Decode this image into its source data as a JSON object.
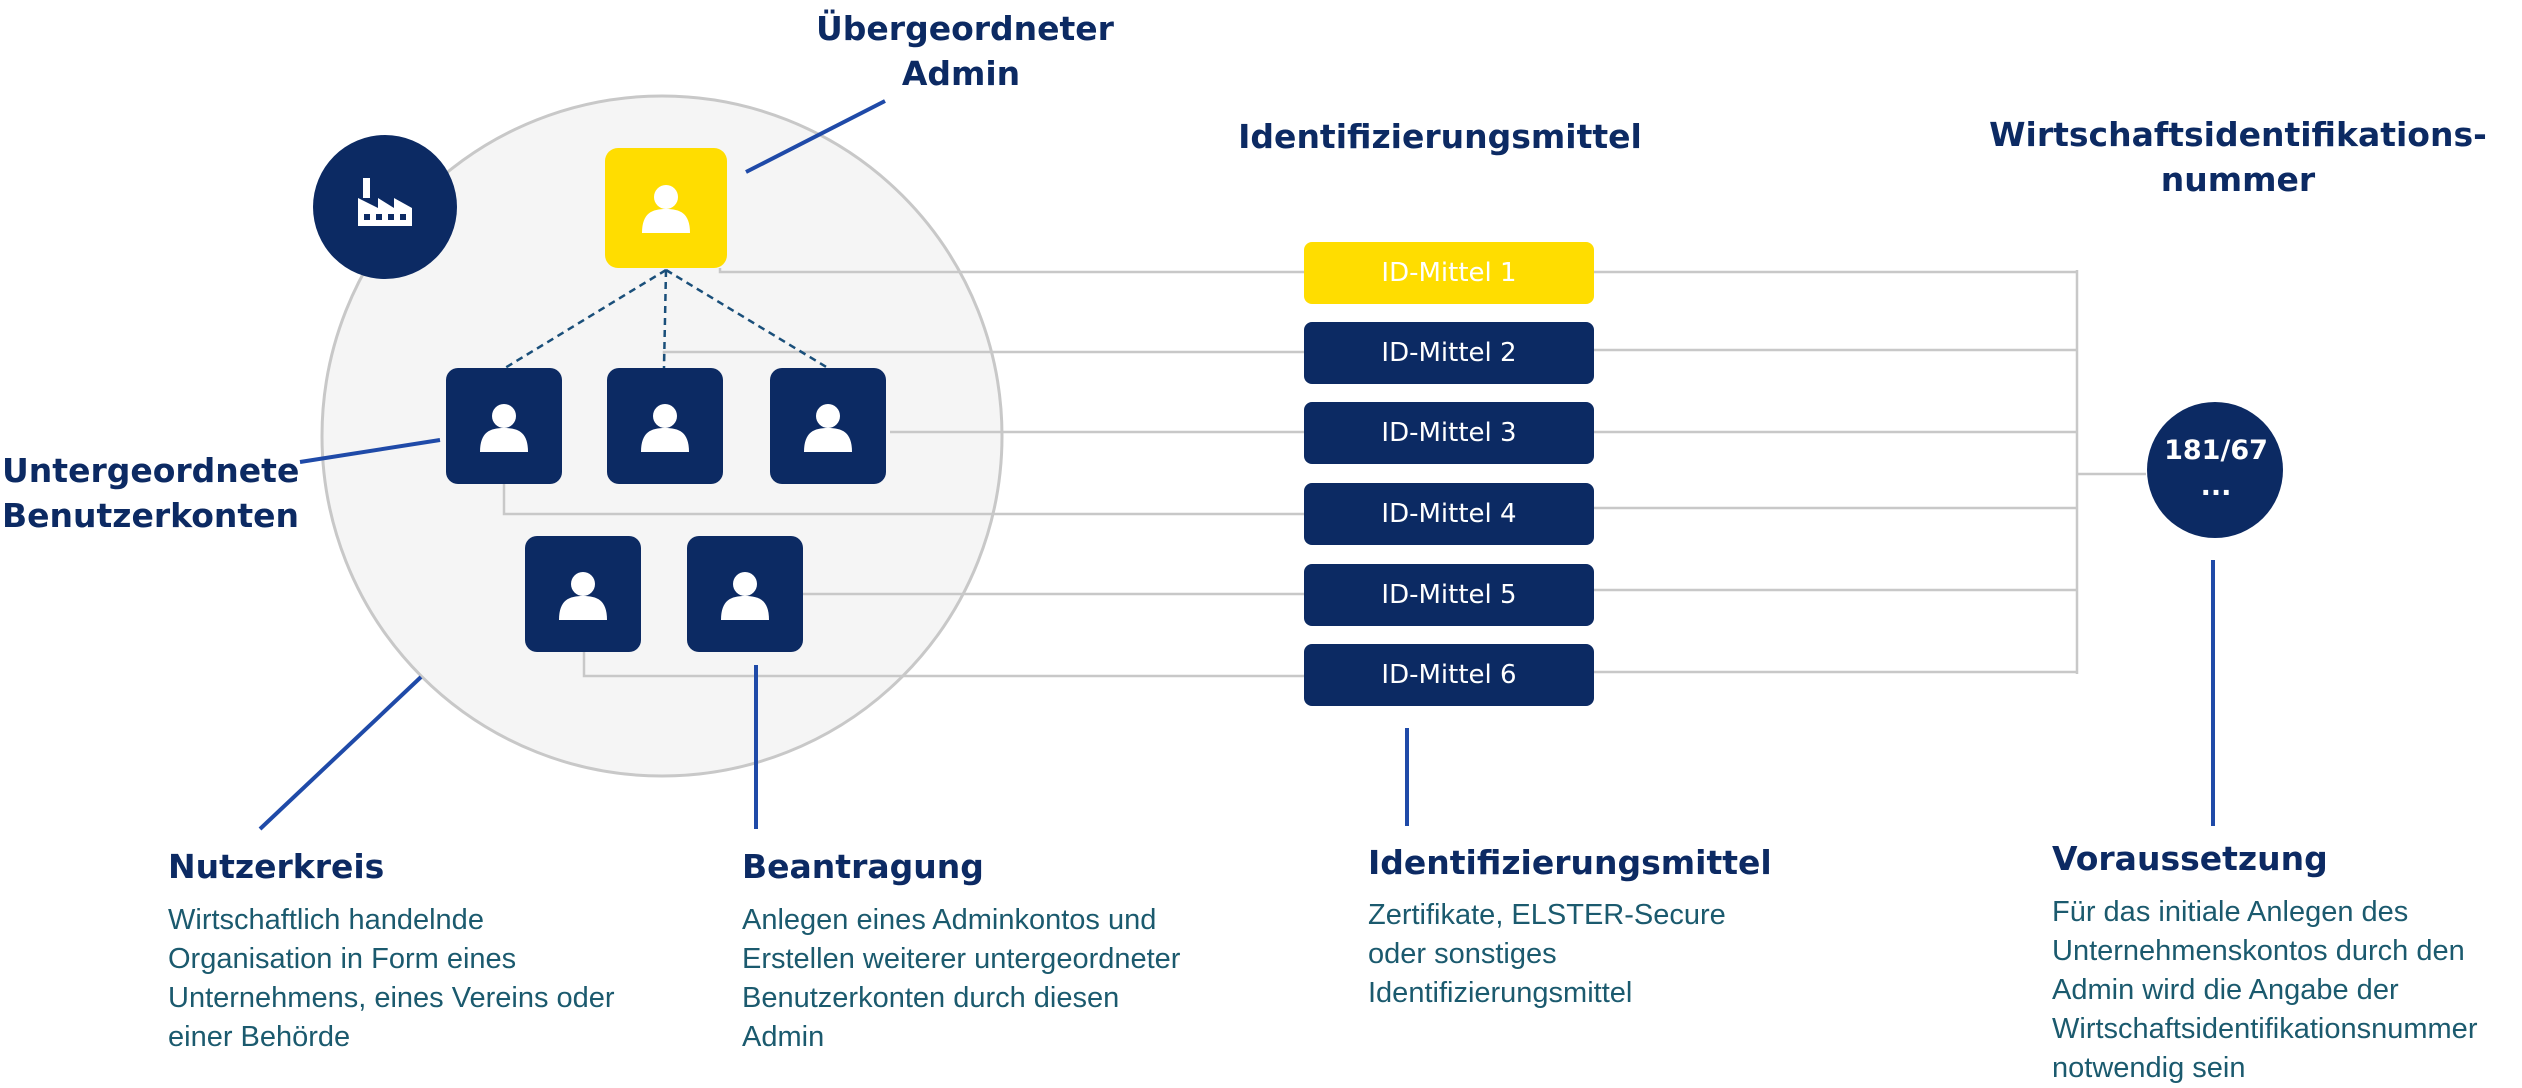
{
  "colors": {
    "navy": "#0c2a63",
    "yellow": "#ffdd00",
    "teal_text": "#1b5a6e",
    "circle_fill": "#f5f5f5",
    "line_gray": "#c8c8c8",
    "pointer_blue": "#1f4aa8"
  },
  "admin_label": {
    "line1": "Übergeordneter",
    "line2": "Admin"
  },
  "sub_accounts_label": {
    "line1": "Untergeordnete",
    "line2": "Benutzerkonten"
  },
  "id_means_heading": "Identifizierungsmittel",
  "wid_heading": {
    "line1": "Wirtschaftsidentifikations-",
    "line2": "nummer"
  },
  "id_means": [
    {
      "label": "ID-Mittel 1",
      "highlighted": true
    },
    {
      "label": "ID-Mittel 2",
      "highlighted": false
    },
    {
      "label": "ID-Mittel 3",
      "highlighted": false
    },
    {
      "label": "ID-Mittel 4",
      "highlighted": false
    },
    {
      "label": "ID-Mittel 5",
      "highlighted": false
    },
    {
      "label": "ID-Mittel 6",
      "highlighted": false
    }
  ],
  "wid_badge": {
    "number": "181/67",
    "ellipsis": "..."
  },
  "icons": {
    "organization": "factory-icon",
    "user": "user-icon"
  },
  "descriptions": {
    "nutzerkreis": {
      "title": "Nutzerkreis",
      "lines": [
        "Wirtschaftlich handelnde",
        "Organisation in Form eines",
        "Unternehmens, eines Vereins oder",
        "einer Behörde"
      ]
    },
    "beantragung": {
      "title": "Beantragung",
      "lines": [
        "Anlegen eines Adminkontos und",
        "Erstellen weiterer untergeordneter",
        "Benutzerkonten durch diesen",
        "Admin"
      ]
    },
    "identifizierungsmittel": {
      "title": "Identifizierungsmittel",
      "lines": [
        "Zertifikate, ELSTER-Secure",
        "oder sonstiges",
        "Identifizierungsmittel"
      ]
    },
    "voraussetzung": {
      "title": "Voraussetzung",
      "lines": [
        "Für das initiale Anlegen des",
        "Unternehmenskontos durch den",
        "Admin wird die Angabe der",
        "Wirtschaftsidentifikationsnummer",
        "notwendig sein"
      ]
    }
  }
}
